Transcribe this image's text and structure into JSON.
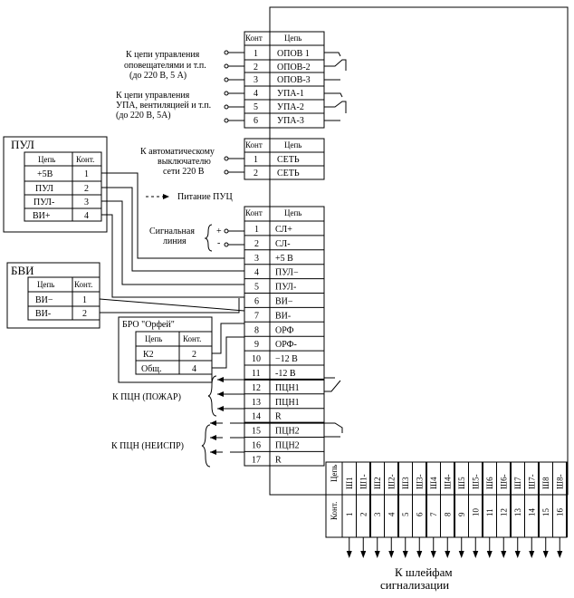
{
  "headers": {
    "kont": "Конт",
    "kont_dot": "Конт.",
    "tsep": "Цепь"
  },
  "notes": {
    "oповещатели": [
      "К цепи управления",
      "оповещателями и т.п.",
      "(до 220 В, 5 А)"
    ],
    "upa": [
      "К цепи управления",
      "УПА, вентиляцией и т.п.",
      "(до 220 В, 5А)"
    ],
    "avtomat": [
      "К автоматическому",
      "выключателю",
      "сети 220 В"
    ],
    "pitanie": "Питание ПУЦ",
    "signal": [
      "Сигнальная",
      "линия"
    ],
    "plus": "+",
    "minus": "-",
    "pcn_pozhar": "К ПЦН (ПОЖАР)",
    "pcn_neispr": "К ПЦН (НЕИСПР)",
    "bottom": [
      "К шлейфам",
      "сигнализации"
    ]
  },
  "block1": [
    {
      "k": "1",
      "c": "ОПОВ 1"
    },
    {
      "k": "2",
      "c": "ОПОВ-2"
    },
    {
      "k": "3",
      "c": "ОПОВ-3"
    },
    {
      "k": "4",
      "c": "УПА-1"
    },
    {
      "k": "5",
      "c": "УПА-2"
    },
    {
      "k": "6",
      "c": "УПА-3"
    }
  ],
  "block2": [
    {
      "k": "1",
      "c": "СЕТЬ"
    },
    {
      "k": "2",
      "c": "СЕТЬ"
    }
  ],
  "block3": [
    {
      "k": "1",
      "c": "СЛ+"
    },
    {
      "k": "2",
      "c": "СЛ-"
    },
    {
      "k": "3",
      "c": "+5 В"
    },
    {
      "k": "4",
      "c": "ПУЛ−"
    },
    {
      "k": "5",
      "c": "ПУЛ-"
    },
    {
      "k": "6",
      "c": "ВИ−"
    },
    {
      "k": "7",
      "c": "ВИ-"
    },
    {
      "k": "8",
      "c": "ОРФ"
    },
    {
      "k": "9",
      "c": "ОРФ-"
    },
    {
      "k": "10",
      "c": "−12 В"
    },
    {
      "k": "11",
      "c": "-12 В"
    },
    {
      "k": "12",
      "c": "ПЦН1"
    },
    {
      "k": "13",
      "c": "ПЦН1"
    },
    {
      "k": "14",
      "c": "R"
    },
    {
      "k": "15",
      "c": "ПЦН2"
    },
    {
      "k": "16",
      "c": "ПЦН2"
    },
    {
      "k": "17",
      "c": "R"
    }
  ],
  "pul": {
    "title": "ПУЛ",
    "rows": [
      {
        "c": "+5В",
        "k": "1"
      },
      {
        "c": "ПУЛ",
        "k": "2"
      },
      {
        "c": "ПУЛ-",
        "k": "3"
      },
      {
        "c": "ВИ+",
        "k": "4"
      }
    ]
  },
  "bvi": {
    "title": "БВИ",
    "rows": [
      {
        "c": "ВИ−",
        "k": "1"
      },
      {
        "c": "ВИ-",
        "k": "2"
      }
    ]
  },
  "bro": {
    "title": "БРО \"Орфей\"",
    "rows": [
      {
        "c": "К2",
        "k": "2"
      },
      {
        "c": "Общ.",
        "k": "4"
      }
    ]
  },
  "bottom": {
    "cols": [
      {
        "k": "1",
        "c": "Ш1"
      },
      {
        "k": "2",
        "c": "Ш1-"
      },
      {
        "k": "3",
        "c": "Ш2"
      },
      {
        "k": "4",
        "c": "Ш2-"
      },
      {
        "k": "5",
        "c": "Ш3"
      },
      {
        "k": "6",
        "c": "Ш3-"
      },
      {
        "k": "7",
        "c": "Ш4"
      },
      {
        "k": "8",
        "c": "Ш4-"
      },
      {
        "k": "9",
        "c": "Ш5"
      },
      {
        "k": "10",
        "c": "Ш5-"
      },
      {
        "k": "11",
        "c": "Ш6"
      },
      {
        "k": "12",
        "c": "Ш6-"
      },
      {
        "k": "13",
        "c": "Ш7"
      },
      {
        "k": "14",
        "c": "Ш7-"
      },
      {
        "k": "15",
        "c": "Ш8"
      },
      {
        "k": "16",
        "c": "Ш8-"
      }
    ]
  }
}
